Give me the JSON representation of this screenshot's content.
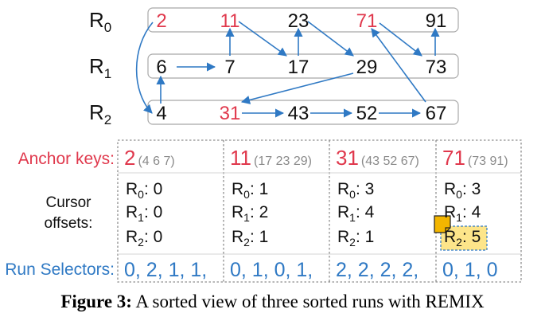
{
  "runs": [
    {
      "label": "R",
      "sub": "0",
      "keys": [
        "2",
        "11",
        "23",
        "71",
        "91"
      ],
      "highlight": [
        true,
        true,
        false,
        true,
        false
      ]
    },
    {
      "label": "R",
      "sub": "1",
      "keys": [
        "6",
        "7",
        "17",
        "29",
        "73"
      ],
      "highlight": [
        false,
        false,
        false,
        false,
        false
      ]
    },
    {
      "label": "R",
      "sub": "2",
      "keys": [
        "4",
        "31",
        "43",
        "52",
        "67"
      ],
      "highlight": [
        false,
        true,
        false,
        false,
        false
      ]
    }
  ],
  "row_labels": {
    "anchor": "Anchor keys:",
    "cursor_line1": "Cursor",
    "cursor_line2": "offsets:",
    "selectors": "Run Selectors:"
  },
  "segments": [
    {
      "anchor": "2",
      "rest": "(4 6 7)",
      "offsets": [
        "0",
        "0",
        "0"
      ],
      "selectors": "0, 2, 1, 1,"
    },
    {
      "anchor": "11",
      "rest": "(17 23 29)",
      "offsets": [
        "1",
        "2",
        "1"
      ],
      "selectors": "0, 1, 0, 1,"
    },
    {
      "anchor": "31",
      "rest": "(43 52 67)",
      "offsets": [
        "3",
        "4",
        "1"
      ],
      "selectors": "2, 2, 2, 2,"
    },
    {
      "anchor": "71",
      "rest": "(73 91)",
      "offsets": [
        "3",
        "4",
        "5"
      ],
      "selectors": "0, 1, 0"
    }
  ],
  "offset_prefixes": [
    {
      "label": "R",
      "sub": "0",
      "suffix": ": "
    },
    {
      "label": "R",
      "sub": "1",
      "suffix": ": "
    },
    {
      "label": "R",
      "sub": "2",
      "suffix": ": "
    }
  ],
  "caption": {
    "bold": "Figure 3:",
    "text": " A sorted view of three sorted runs with REMIX"
  },
  "colors": {
    "red": "#e0394d",
    "blue": "#2f79c4",
    "grey": "#8a8a8a",
    "text": "#111111",
    "highlight": "#fde58a"
  }
}
